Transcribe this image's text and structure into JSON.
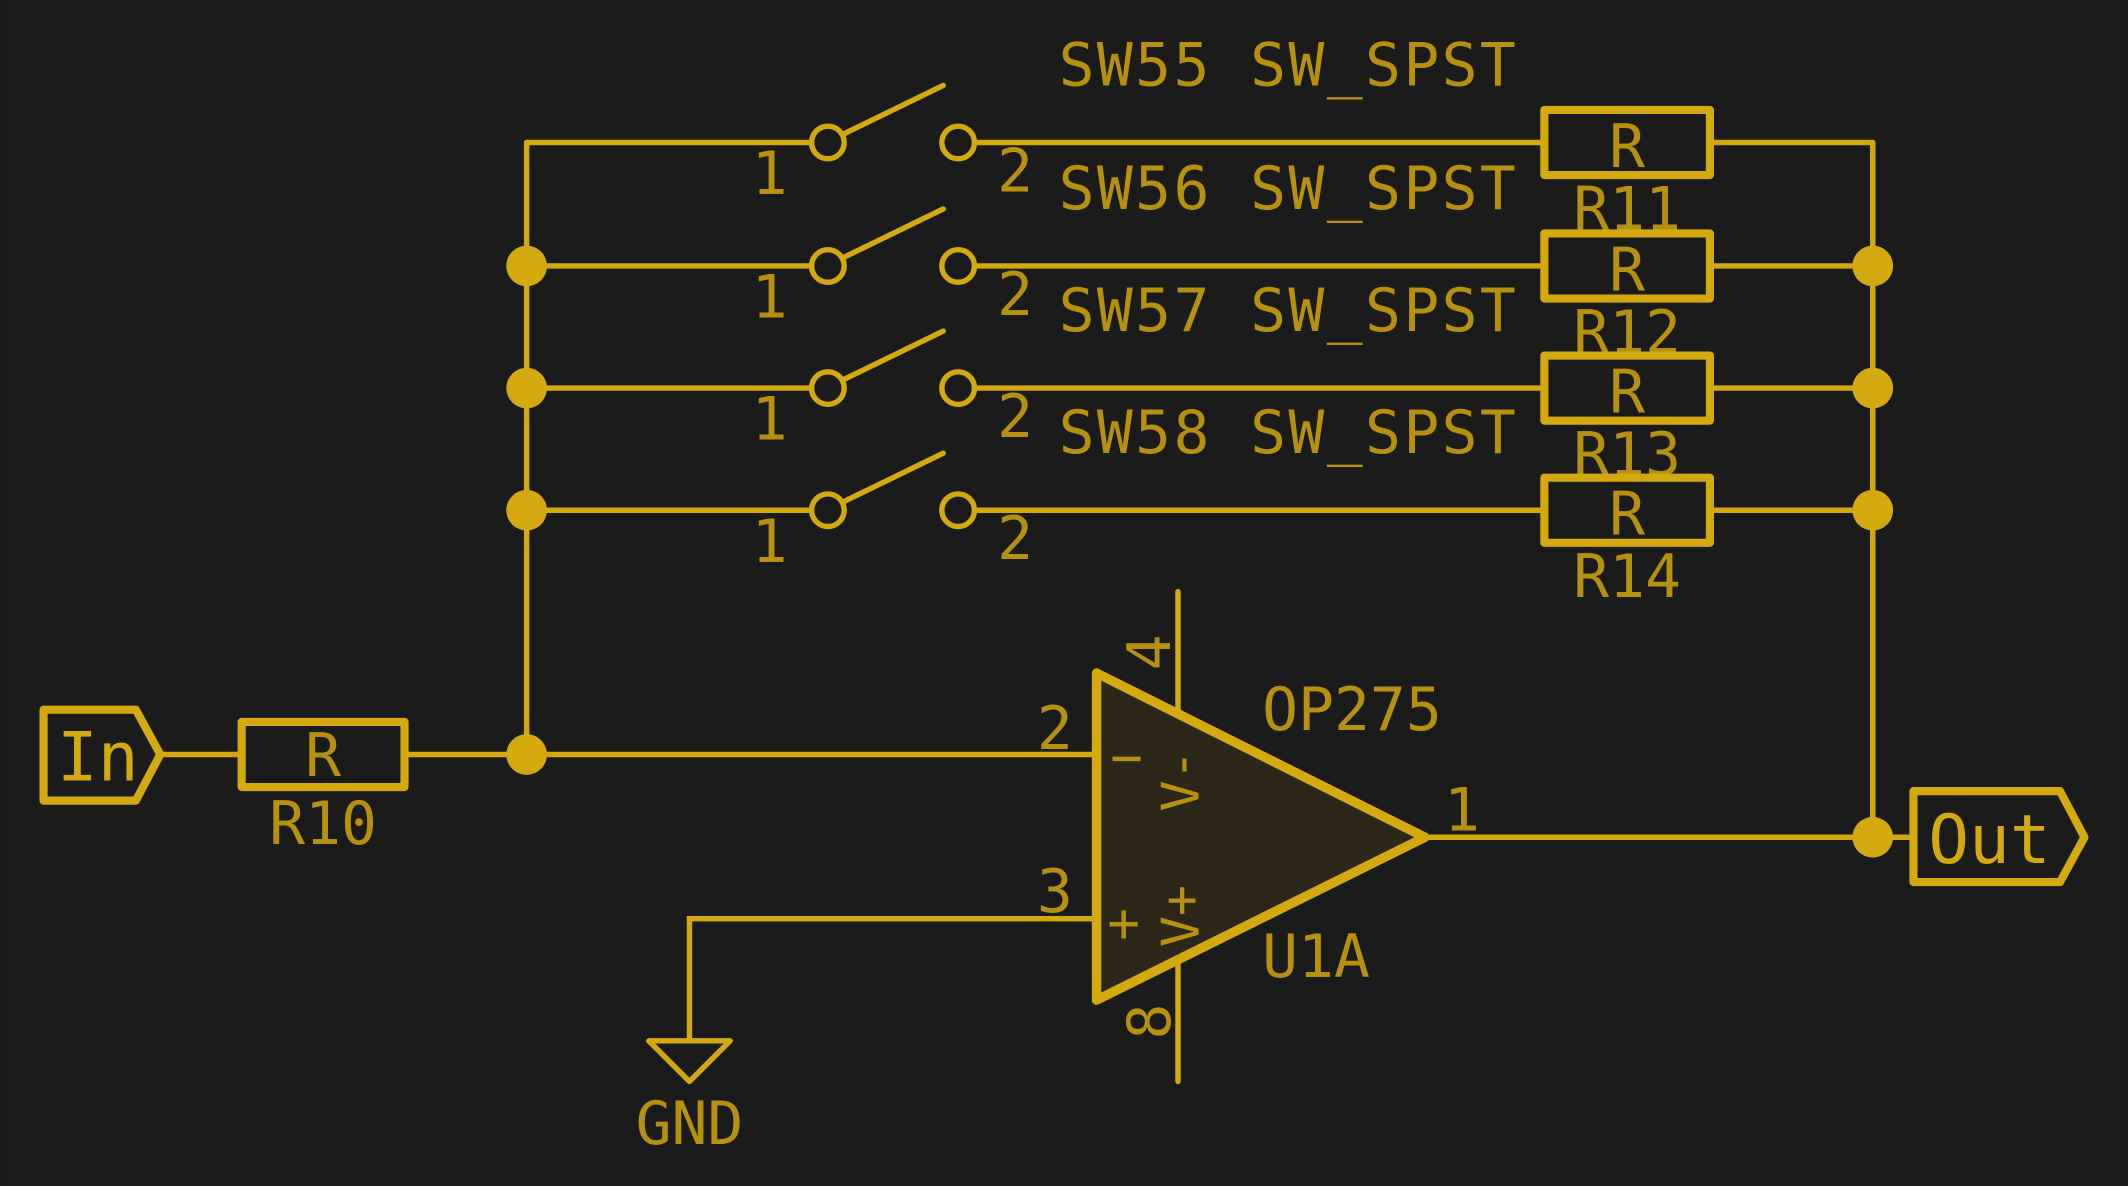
{
  "colors": {
    "background": "#1b1b1b",
    "wire": "#d4a90f",
    "text": "#b8900f",
    "opamp_fill": "#2d2719"
  },
  "switches": [
    {
      "ref": "SW55",
      "value": "SW_SPST",
      "pin1": "1",
      "pin2": "2"
    },
    {
      "ref": "SW56",
      "value": "SW_SPST",
      "pin1": "1",
      "pin2": "2"
    },
    {
      "ref": "SW57",
      "value": "SW_SPST",
      "pin1": "1",
      "pin2": "2"
    },
    {
      "ref": "SW58",
      "value": "SW_SPST",
      "pin1": "1",
      "pin2": "2"
    }
  ],
  "resistors": [
    {
      "ref": "R11",
      "value": "R"
    },
    {
      "ref": "R12",
      "value": "R"
    },
    {
      "ref": "R13",
      "value": "R"
    },
    {
      "ref": "R14",
      "value": "R"
    },
    {
      "ref": "R10",
      "value": "R"
    }
  ],
  "opamp": {
    "value": "OP275",
    "ref": "U1A",
    "pin_inv": "2",
    "pin_noninv": "3",
    "pin_out": "1",
    "pin_vneg": "4",
    "pin_vpos": "8",
    "minus": "−",
    "plus": "+",
    "vneg_label": "V-",
    "vpos_label": "V+"
  },
  "ports": {
    "input": "In",
    "output": "Out"
  },
  "power": {
    "gnd": "GND"
  }
}
